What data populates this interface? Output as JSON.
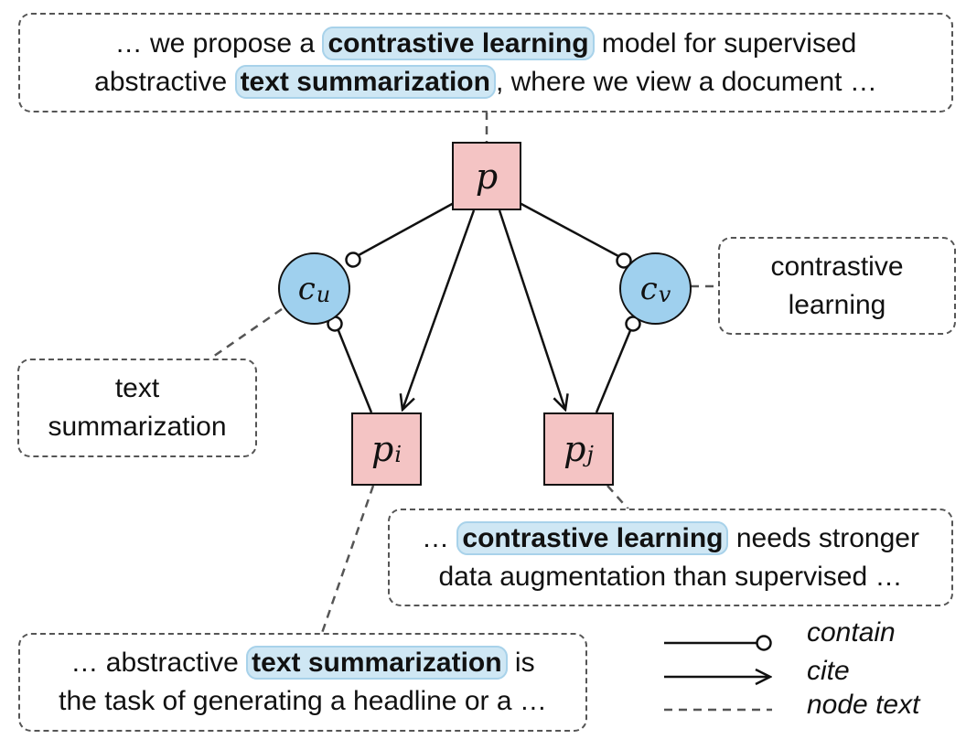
{
  "text_boxes": {
    "top": {
      "line1": {
        "pre": "… we propose a ",
        "highlight": "contrastive learning",
        "post": " model for supervised"
      },
      "line2": {
        "pre": "abstractive ",
        "highlight": "text summarization",
        "post": ", where we view a document …"
      }
    },
    "right": {
      "line1": {
        "pre": "… ",
        "highlight": "contrastive learning",
        "post": " needs stronger"
      },
      "line2": "data augmentation than supervised …"
    },
    "bottom": {
      "line1": {
        "pre": "… abstractive ",
        "highlight": "text summarization",
        "post": " is"
      },
      "line2": "the task of generating a headline or a …"
    },
    "concept_left": {
      "line1": "text",
      "line2": "summarization"
    },
    "concept_right": {
      "line1": "contrastive",
      "line2": "learning"
    }
  },
  "nodes": {
    "p": {
      "base": "p",
      "sub": ""
    },
    "pi": {
      "base": "p",
      "sub": "i"
    },
    "pj": {
      "base": "p",
      "sub": "j"
    },
    "cu": {
      "base": "c",
      "sub": "u"
    },
    "cv": {
      "base": "c",
      "sub": "v"
    }
  },
  "legend": {
    "contain": "contain",
    "cite": "cite",
    "node_text": "node text"
  },
  "colors": {
    "paper_fill": "#f4c4c4",
    "concept_fill": "#9fd0ee",
    "highlight_fill": "#cfe7f4",
    "highlight_border": "#a8d2ea",
    "stroke": "#111111",
    "dash": "#555555"
  }
}
